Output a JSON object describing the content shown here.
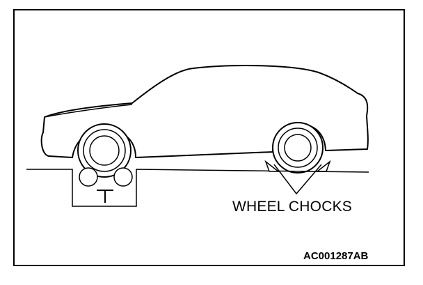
{
  "diagram": {
    "labels": {
      "wheel_chocks": "WHEEL CHOCKS",
      "figure_code": "AC001287AB"
    },
    "colors": {
      "line": "#000000",
      "background": "#ffffff"
    },
    "icons": {
      "jack_stand": "t-shaped-lift-symbol",
      "chock": "triangle-wedge"
    }
  }
}
